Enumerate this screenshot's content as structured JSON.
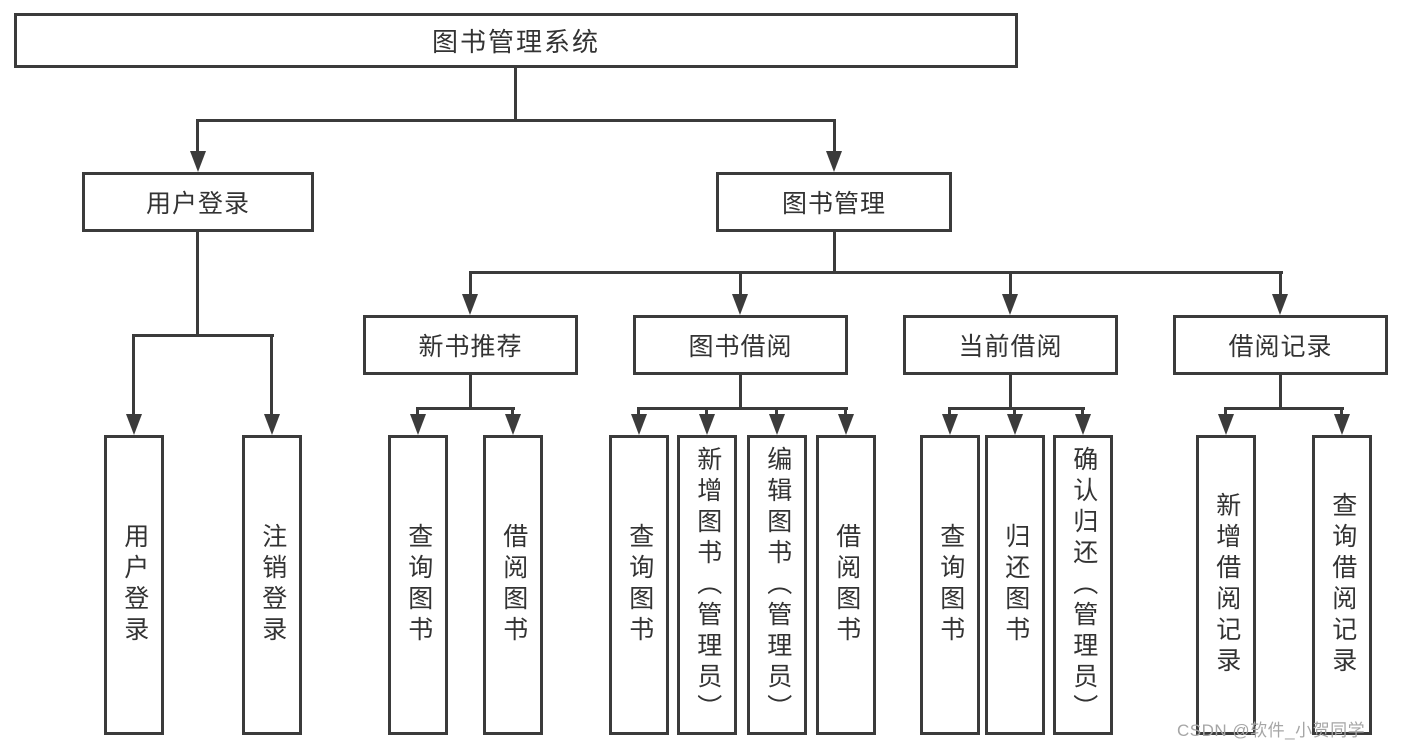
{
  "diagram": {
    "type": "hierarchy-tree",
    "root": {
      "label": "图书管理系统",
      "children": [
        {
          "label": "用户登录",
          "children": [
            {
              "label": "用户登录"
            },
            {
              "label": "注销登录"
            }
          ]
        },
        {
          "label": "图书管理",
          "children": [
            {
              "label": "新书推荐",
              "children": [
                {
                  "label": "查询图书"
                },
                {
                  "label": "借阅图书"
                }
              ]
            },
            {
              "label": "图书借阅",
              "children": [
                {
                  "label": "查询图书"
                },
                {
                  "label": "新增图书（管理员）"
                },
                {
                  "label": "编辑图书（管理员）"
                },
                {
                  "label": "借阅图书"
                }
              ]
            },
            {
              "label": "当前借阅",
              "children": [
                {
                  "label": "查询图书"
                },
                {
                  "label": "归还图书"
                },
                {
                  "label": "确认归还（管理员）"
                }
              ]
            },
            {
              "label": "借阅记录",
              "children": [
                {
                  "label": "新增借阅记录"
                },
                {
                  "label": "查询借阅记录"
                }
              ]
            }
          ]
        }
      ]
    }
  },
  "watermark": {
    "text": "CSDN @软件_小贺同学"
  },
  "colors": {
    "line": "#3b3b3b",
    "text": "#333333",
    "watermark": "#a6a6a6",
    "background": "#ffffff"
  }
}
